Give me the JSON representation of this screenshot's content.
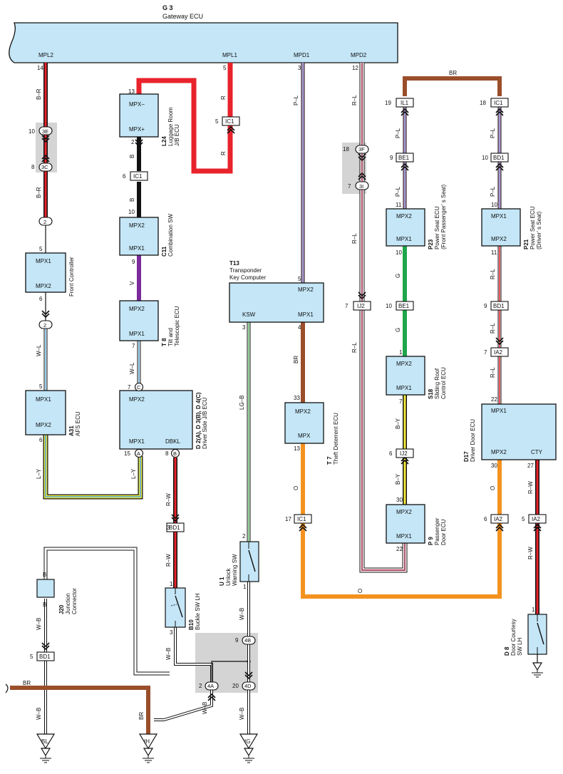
{
  "gateway": {
    "code": "G 3",
    "name": "Gateway ECU",
    "pins": [
      "MPL2",
      "MPL1",
      "MPD1",
      "MPD2"
    ]
  },
  "components": {
    "l24": {
      "code": "L24",
      "name1": "Luggage Room",
      "name2": "J/B ECU",
      "top": "MPX−",
      "bottom": "MPX+"
    },
    "c11": {
      "code": "C11",
      "name": "Combination SW",
      "top": "MPX2",
      "bottom": "MPX1"
    },
    "t8": {
      "code": "T 8",
      "name1": "Tilt and",
      "name2": "Telescopic ECU",
      "top": "MPX2",
      "bottom": "MPX1"
    },
    "front_controller": {
      "name": "Front Controller",
      "top": "MPX1",
      "bottom": "MPX2"
    },
    "a31": {
      "code": "A31",
      "name": "AFS ECU",
      "top": "MPX1",
      "bottom": "MPX2"
    },
    "d2": {
      "code": "D 2(A), D 3(B), D 4(C)",
      "name": "Driver Side J/B ECU",
      "top": "MPX2",
      "bottom_left": "MPX1",
      "bottom_right": "DBKL"
    },
    "t13": {
      "code": "T13",
      "name1": "Transponder",
      "name2": "Key Computer",
      "top": "MPX2",
      "bottom_left": "KSW",
      "bottom_right": "MPX1"
    },
    "t7": {
      "code": "T 7",
      "name": "Theft Deterrent ECU",
      "top": "MPX2",
      "bottom": "MPX"
    },
    "p23": {
      "code": "P23",
      "name1": "Power Seat ECU",
      "name2": "(Front Passenger’ s Seat)",
      "top": "MPX2",
      "bottom": "MPX1"
    },
    "p21": {
      "code": "P21",
      "name1": "Power Seat ECU",
      "name2": "(Driver’ s Seat)",
      "top": "MPX1",
      "bottom": "MPX2"
    },
    "s18": {
      "code": "S18",
      "name1": "Sliding Roof",
      "name2": "Control ECU",
      "top": "MPX2",
      "bottom": "MPX1"
    },
    "p9": {
      "code": "P 9",
      "name1": "Passenger",
      "name2": "Door ECU",
      "top": "MPX2",
      "bottom": "MPX1"
    },
    "d17": {
      "code": "D17",
      "name": "Driver Door ECU",
      "top": "MPX1",
      "bottom_left": "MPX2",
      "bottom_right": "CTY"
    },
    "b10": {
      "code": "B10",
      "name": "Buckle SW LH"
    },
    "u1": {
      "code": "U 1",
      "name1": "Unlock",
      "name2": "Warning SW"
    },
    "j20": {
      "code": "J20",
      "name1": "Junction",
      "name2": "Connector",
      "pin_top": "B",
      "pin_bottom": "B"
    },
    "d8": {
      "code": "D 8",
      "name1": "Door Courtesy",
      "name2": "SW LH"
    }
  },
  "connectors": {
    "ic1": "IC1",
    "ij2": "IJ2",
    "il1": "IL1",
    "be1": "BE1",
    "bd1": "BD1",
    "ia2": "IA2",
    "c3e": "3E",
    "c3c": "3C",
    "c3f": "3F",
    "c3i": "3I",
    "c4a": "4A",
    "c4b": "4B",
    "c4d": "4D",
    "c2": "2",
    "cA": "A",
    "cB": "B",
    "cC": "C"
  },
  "grounds": {
    "bl": "BL",
    "ih": "IH",
    "ig": "IG"
  },
  "wires": {
    "br": "B–R",
    "wl": "W–L",
    "ly": "L–Y",
    "r": "R",
    "b": "B",
    "v": "V",
    "pl": "P–L",
    "rl": "R–L",
    "g": "G",
    "by": "B–Y",
    "o": "O",
    "rw": "R–W",
    "wb": "W–B",
    "lgb": "LG–B",
    "brown": "BR"
  },
  "pins": {
    "n1": "1",
    "n2": "2",
    "n3": "3",
    "n4": "4",
    "n5": "5",
    "n6": "6",
    "n7": "7",
    "n8": "8",
    "n9": "9",
    "n10": "10",
    "n11": "11",
    "n12": "12",
    "n13": "13",
    "n14": "14",
    "n15": "15",
    "n17": "17",
    "n18": "18",
    "n19": "19",
    "n20": "20",
    "n22": "22",
    "n27": "27",
    "n30": "30",
    "n33": "33"
  }
}
